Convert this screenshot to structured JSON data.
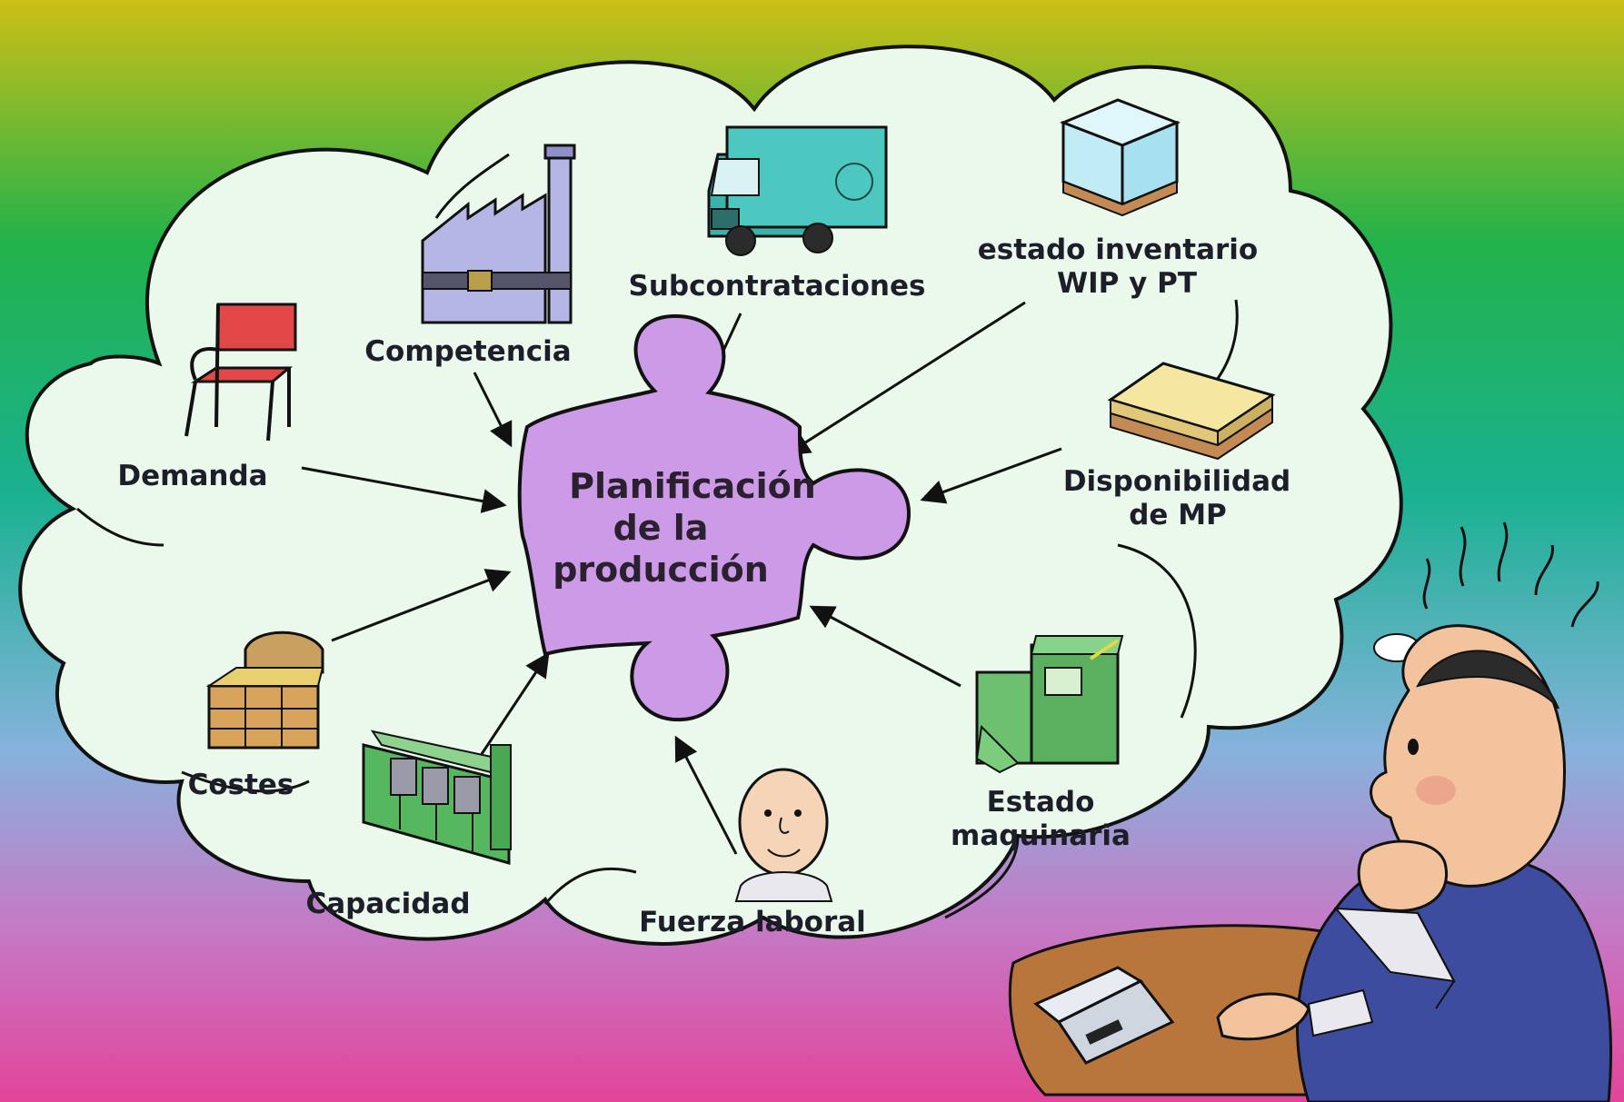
{
  "center": {
    "line1": "Planificación",
    "line2": "de la",
    "line3": "producción"
  },
  "factors": {
    "competencia": "Competencia",
    "subcontrataciones": "Subcontrataciones",
    "inventario_1": "estado inventario",
    "inventario_2": "WIP y PT",
    "demanda": "Demanda",
    "disponibilidad_1": "Disponibilidad",
    "disponibilidad_2": "de MP",
    "costes": "Costes",
    "estado_maquinaria_1": "Estado",
    "estado_maquinaria_2": "maquinaria",
    "capacidad": "Capacidad",
    "fuerza_laboral": "Fuerza laboral"
  },
  "colors": {
    "gradient": [
      "#c9c418",
      "#2fb24a",
      "#1eb08a",
      "#7fb6d9",
      "#c67ac7",
      "#e0459a"
    ],
    "cloud_fill": "#eaf9ec",
    "puzzle_fill": "#cc9ae6",
    "arrow": "#111111"
  },
  "icons": [
    "factory-icon",
    "delivery-truck-icon",
    "box-on-pallet-icon",
    "chair-icon",
    "lumber-on-pallet-icon",
    "treasure-chest-icon",
    "machine-icon",
    "production-line-icon",
    "worker-face-icon",
    "thinking-man-icon",
    "laptop-icon"
  ]
}
